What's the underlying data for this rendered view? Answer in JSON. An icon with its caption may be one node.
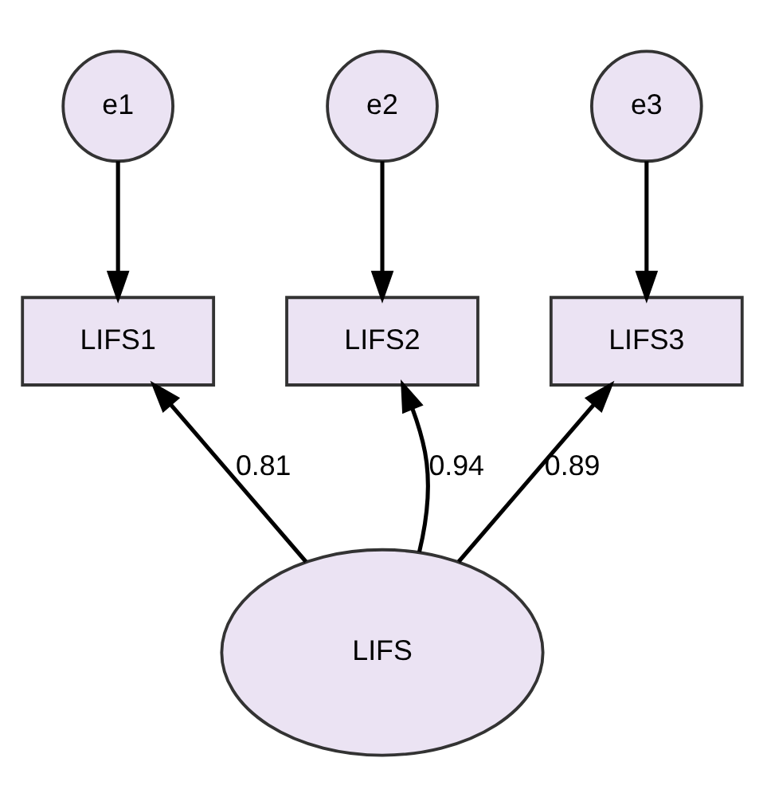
{
  "diagram": {
    "nodes": [
      {
        "text": [
          "e1"
        ]
      },
      {
        "text": [
          "e2"
        ]
      },
      {
        "text": [
          "e3"
        ]
      },
      {
        "text": [
          "LIFS1"
        ]
      },
      {
        "text": [
          "LIFS2"
        ]
      },
      {
        "text": [
          "LIFS3"
        ]
      },
      {
        "text": [
          "LIFS"
        ]
      }
    ],
    "edges": [
      {
        "from": 0,
        "to": 3,
        "arrow": "to"
      },
      {
        "from": 1,
        "to": 4,
        "arrow": "to"
      },
      {
        "from": 2,
        "to": 5,
        "arrow": "to"
      },
      {
        "from": 6,
        "to": 3,
        "arrow": "to",
        "label": "0.81"
      },
      {
        "from": 6,
        "to": 4,
        "arrow": "to",
        "label": "0.94"
      },
      {
        "from": 6,
        "to": 5,
        "arrow": "to",
        "label": "0.89"
      }
    ]
  }
}
